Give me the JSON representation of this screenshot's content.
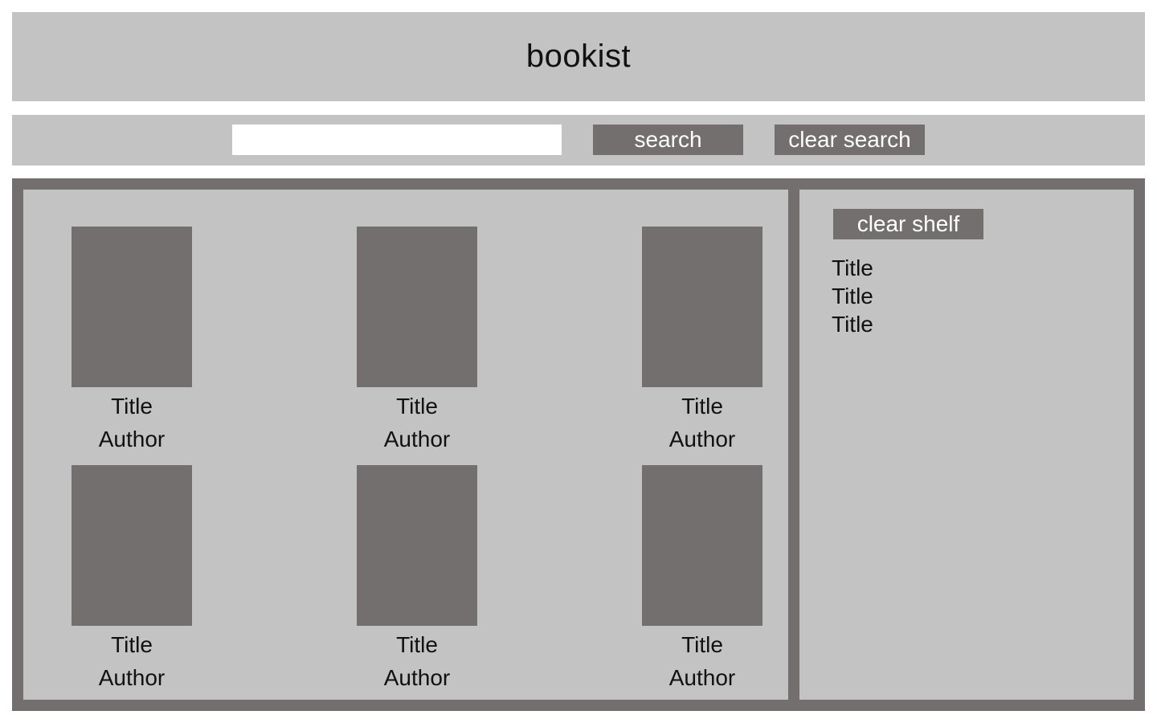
{
  "app": {
    "title": "bookist"
  },
  "search": {
    "value": "",
    "placeholder": "",
    "search_label": "search",
    "clear_label": "clear search"
  },
  "results": {
    "books": [
      {
        "title": "Title",
        "author": "Author"
      },
      {
        "title": "Title",
        "author": "Author"
      },
      {
        "title": "Title",
        "author": "Author"
      },
      {
        "title": "Title",
        "author": "Author"
      },
      {
        "title": "Title",
        "author": "Author"
      },
      {
        "title": "Title",
        "author": "Author"
      }
    ]
  },
  "shelf": {
    "clear_label": "clear shelf",
    "items": [
      "Title",
      "Title",
      "Title"
    ]
  },
  "colors": {
    "panel_light": "#c3c3c3",
    "panel_dark": "#736f6e",
    "text": "#111111",
    "button_text": "#ffffff"
  }
}
